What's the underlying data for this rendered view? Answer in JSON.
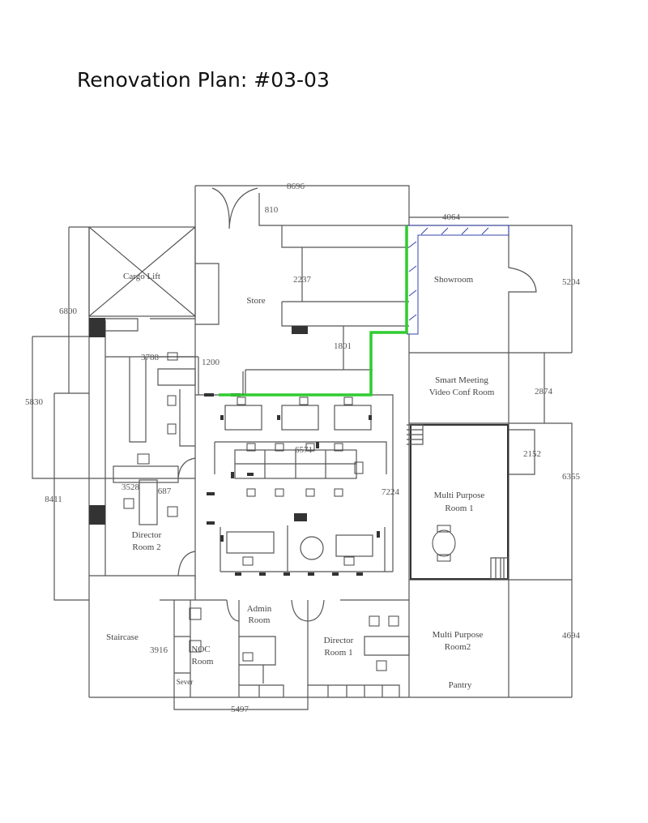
{
  "title": "Renovation Plan: #03-03",
  "rooms": {
    "cargo_lift": "Cargo Lift",
    "store": "Store",
    "showroom": "Showroom",
    "smart_meeting_1": "Smart Meeting",
    "smart_meeting_2": "Video Conf Room",
    "multi1_1": "Multi Purpose",
    "multi1_2": "Room 1",
    "multi2_1": "Multi Purpose",
    "multi2_2": "Room2",
    "pantry": "Pantry",
    "director2_1": "Director",
    "director2_2": "Room 2",
    "director1_1": "Director",
    "director1_2": "Room 1",
    "admin_1": "Admin",
    "admin_2": "Room",
    "noc_1": "NOC",
    "noc_2": "Room",
    "server": "Sever",
    "staircase": "Staircase"
  },
  "dimensions": {
    "d8696": "8696",
    "d810": "810",
    "d4064": "4064",
    "d2237": "2237",
    "d5204": "5204",
    "d6800": "6800",
    "d1801": "1801",
    "d3788": "3788",
    "d1200": "1200",
    "d5830": "5830",
    "d2874": "2874",
    "d6571": "6571",
    "d2152": "2152",
    "d6355": "6355",
    "d3528": "3528",
    "d687": "687",
    "d8411": "8411",
    "d7224": "7224",
    "d4694": "4694",
    "d3916": "3916",
    "d5497": "5497"
  },
  "colors": {
    "highlight_wall": "#2ecc2e",
    "hatch": "#3344aa"
  }
}
